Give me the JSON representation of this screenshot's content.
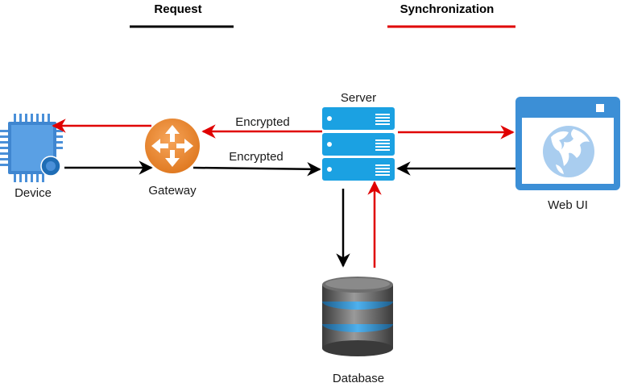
{
  "legend": {
    "request_label": "Request",
    "sync_label": "Synchronization",
    "request_color": "#000000",
    "sync_color": "#e00000"
  },
  "nodes": {
    "device": {
      "label": "Device",
      "icon": "chip-icon"
    },
    "gateway": {
      "label": "Gateway",
      "icon": "router-icon"
    },
    "server": {
      "label": "Server",
      "icon": "server-rack-icon"
    },
    "webui": {
      "label": "Web UI",
      "icon": "browser-globe-icon"
    },
    "database": {
      "label": "Database",
      "icon": "database-icon"
    }
  },
  "edges": {
    "gateway_to_server_label": "Encrypted",
    "server_to_gateway_label": "Encrypted"
  },
  "colors": {
    "server_blue": "#1ba1e2",
    "gateway_orange": "#ee8a35",
    "device_blue": "#4a90d9",
    "webui_blue": "#3c8fd6",
    "database_grey": "#5a5a5a"
  }
}
